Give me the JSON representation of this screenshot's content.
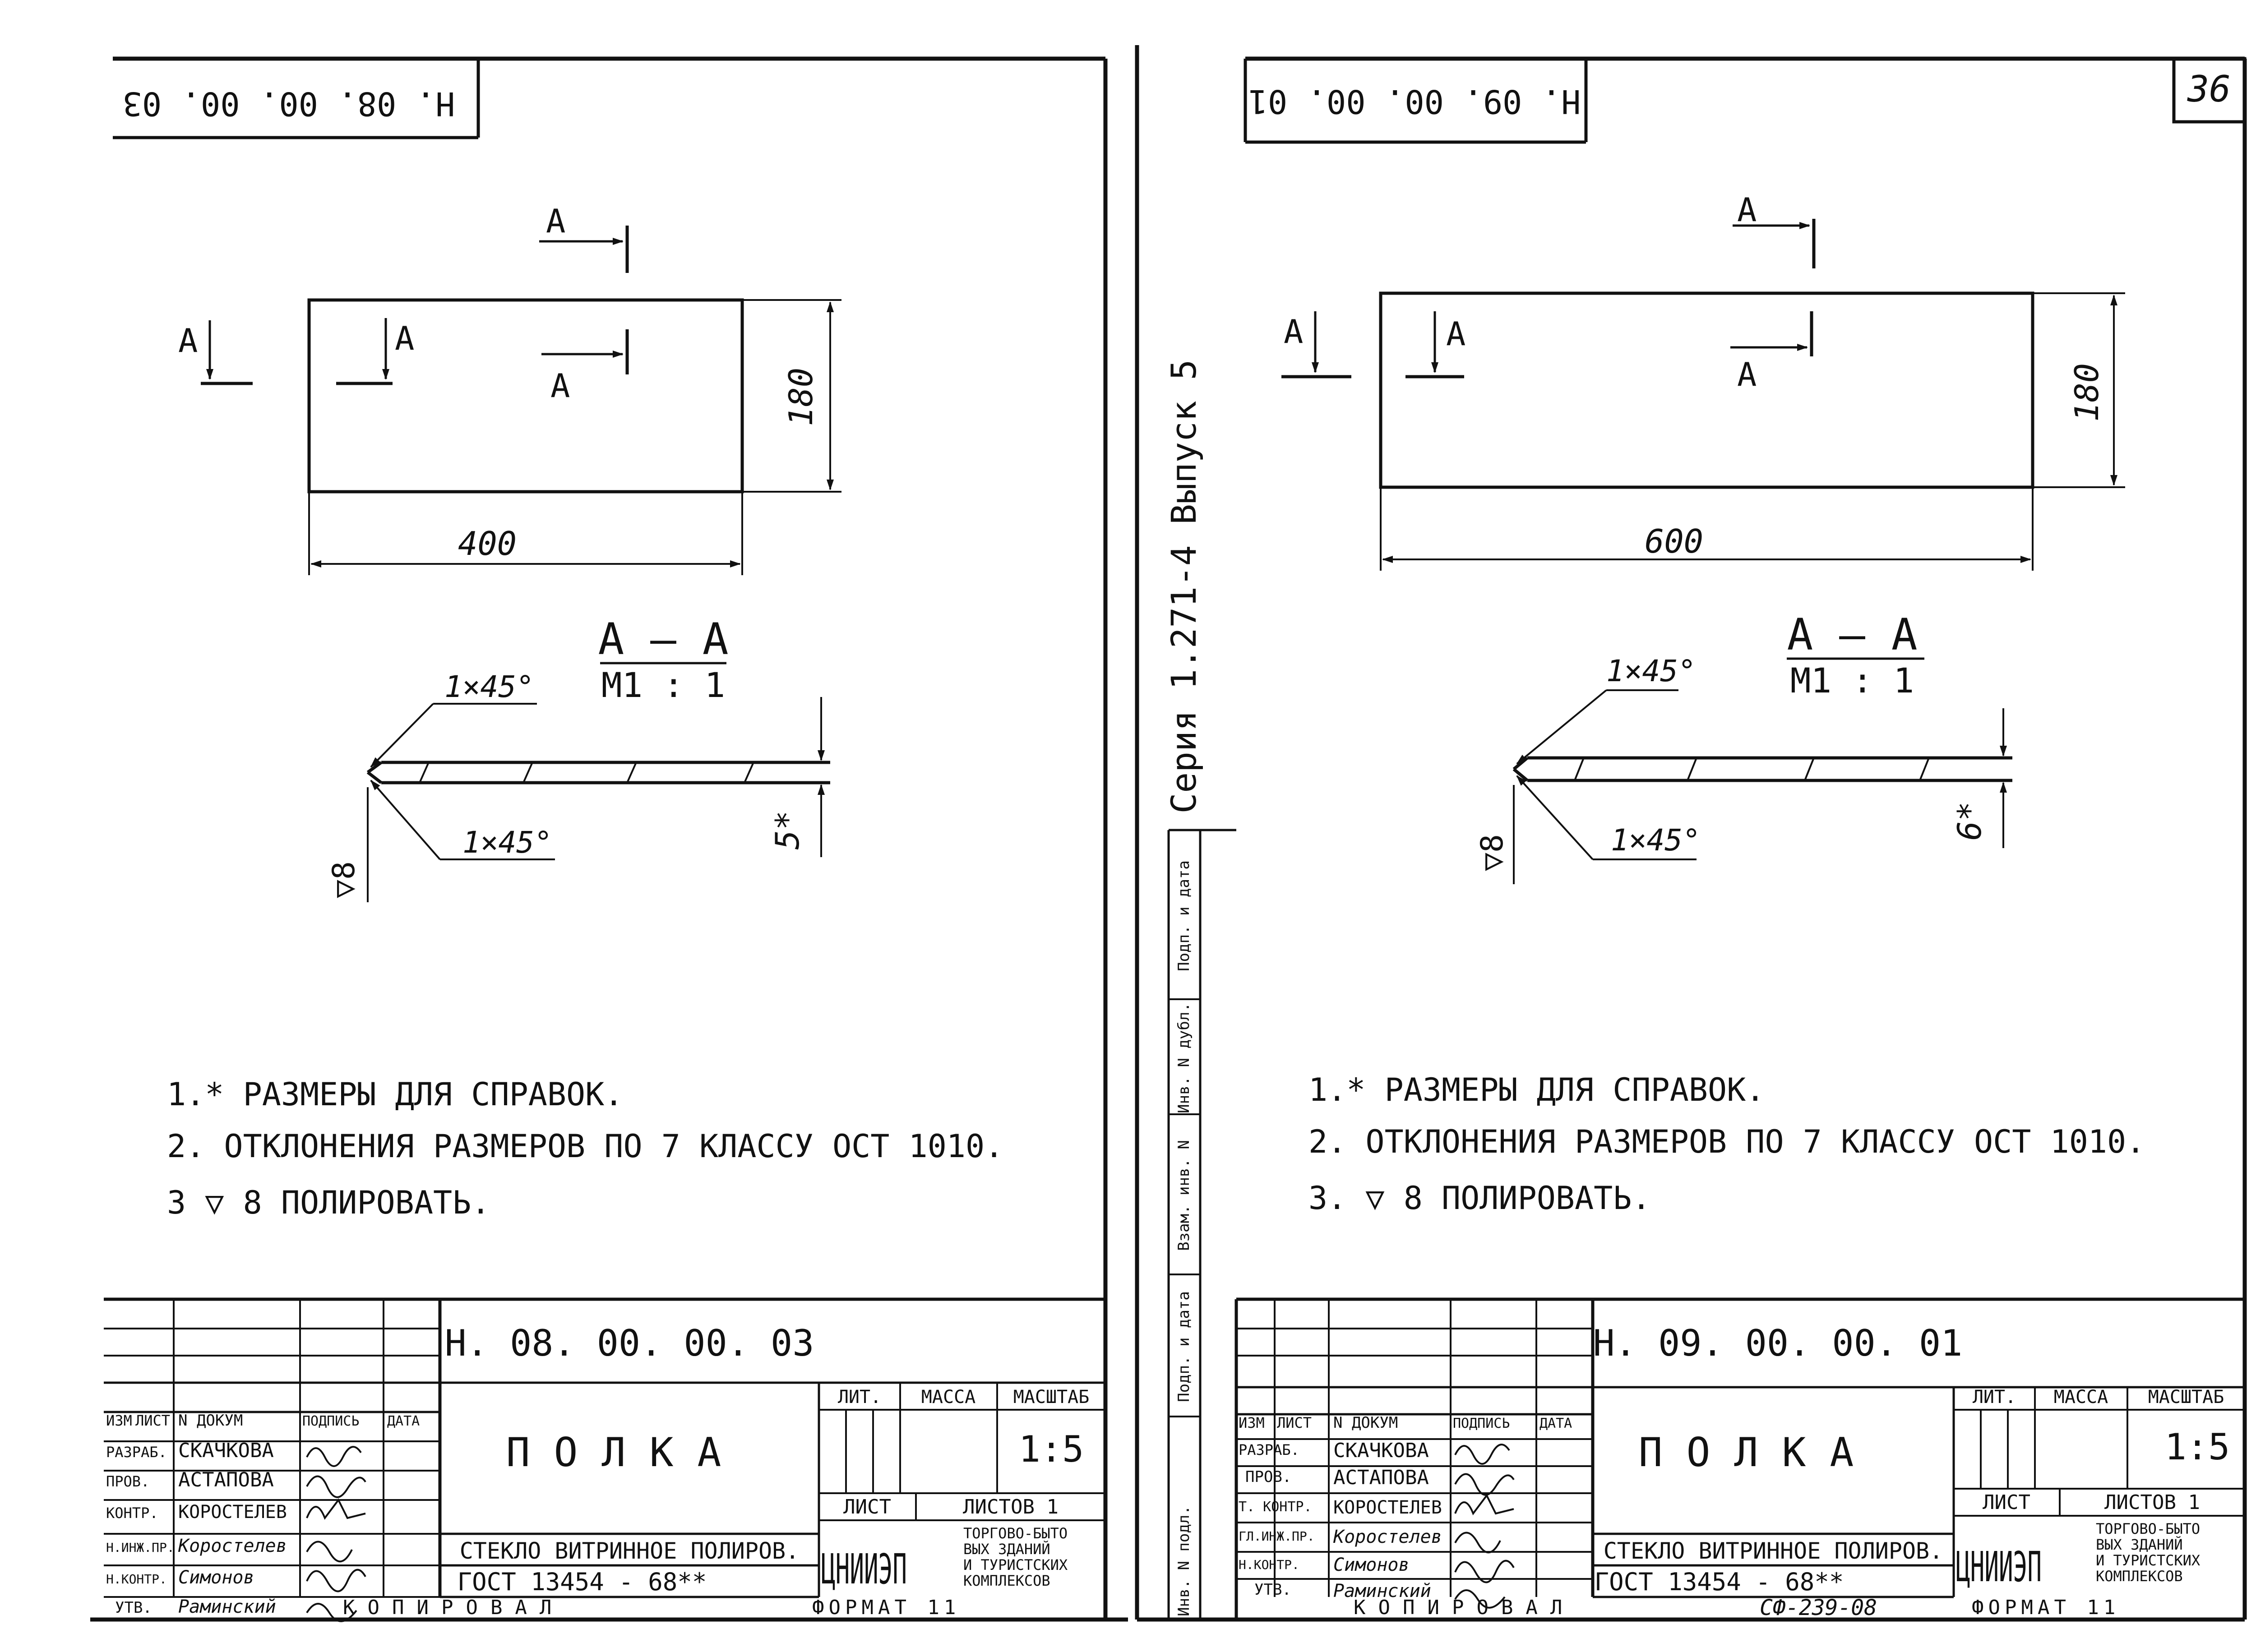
{
  "page_number": "36",
  "series": "Серия   1.271-4   Выпуск 5",
  "side_stamp": [
    "Инв. N подл.",
    "Подп. и дата",
    "Взам. инв. N",
    "Инв. N дубл.",
    "Подп. и дата"
  ],
  "copied_label": "КОПИРОВАЛ",
  "format_label": "ФОРМАТ 11",
  "archive_code": "СФ-239-08",
  "sheets": [
    {
      "doc_code": "Н. 08. 00. 00. 03",
      "width_dim": "400",
      "height_dim": "180",
      "section_letter": "А",
      "section_title": "А – А",
      "section_scale": "М1 : 1",
      "chamfer_top": "1×45°",
      "chamfer_bottom": "1×45°",
      "finish_mark": "▽8",
      "thickness_dim": "5*",
      "notes": [
        "1.* РАЗМЕРЫ ДЛЯ СПРАВОК.",
        "2. ОТКЛОНЕНИЯ РАЗМЕРОВ ПО 7 КЛАССУ ОСТ 1010.",
        "3 ▽ 8 ПОЛИРОВАТЬ."
      ],
      "title_block": {
        "doc_code": "Н. 08. 00. 00. 03",
        "name": "П О Л К А",
        "material": "СТЕКЛО ВИТРИННОЕ ПОЛИРОВ.",
        "gost": "ГОСТ 13454 - 68**",
        "col_headers": [
          "ИЗМ",
          "ЛИСТ",
          "N ДОКУМ",
          "ПОДПИСЬ",
          "ДАТА"
        ],
        "roles": [
          "РАЗРАБ.",
          "ПРОВ.",
          "КОНТР.",
          "Н.ИНЖ.ПР.",
          "Н.КОНТР.",
          "УТВ."
        ],
        "names": [
          "СКАЧКОВА",
          "АСТАПОВА",
          "КОРОСТЕЛЕВ",
          "Коростелев",
          "Симонов",
          "Раминский"
        ],
        "lit_label": "ЛИТ.",
        "mass_label": "МАССА",
        "scale_label": "МАСШТАБ",
        "scale_value": "1:5",
        "sheet_label": "ЛИСТ",
        "sheets_label": "ЛИСТОВ 1",
        "org_logo": "ЦНИИЭП",
        "org_text": [
          "ТОРГОВО-БЫТО",
          "ВЫХ ЗДАНИЙ",
          "И ТУРИСТСКИХ",
          "КОМПЛЕКСОВ"
        ]
      }
    },
    {
      "doc_code": "Н. 09. 00. 00. 01",
      "width_dim": "600",
      "height_dim": "180",
      "section_letter": "А",
      "section_title": "А – А",
      "section_scale": "М1 : 1",
      "chamfer_top": "1×45°",
      "chamfer_bottom": "1×45°",
      "finish_mark": "▽8",
      "thickness_dim": "6*",
      "notes": [
        "1.* РАЗМЕРЫ ДЛЯ СПРАВОК.",
        "2. ОТКЛОНЕНИЯ РАЗМЕРОВ ПО 7 КЛАССУ ОСТ 1010.",
        "3. ▽ 8 ПОЛИРОВАТЬ."
      ],
      "title_block": {
        "doc_code": "Н. 09. 00. 00. 01",
        "name": "П О Л К А",
        "material": "СТЕКЛО ВИТРИННОЕ ПОЛИРОВ.",
        "gost": "ГОСТ 13454 - 68**",
        "col_headers": [
          "ИЗМ",
          "ЛИСТ",
          "N ДОКУМ",
          "ПОДПИСЬ",
          "ДАТА"
        ],
        "roles": [
          "РАЗРАБ.",
          "ПРОВ.",
          "Т. КОНТР.",
          "ГЛ.ИНЖ.ПР.",
          "Н.КОНТР.",
          "УТВ."
        ],
        "names": [
          "СКАЧКОВА",
          "АСТАПОВА",
          "КОРОСТЕЛЕВ",
          "Коростелев",
          "Симонов",
          "Раминский"
        ],
        "lit_label": "ЛИТ.",
        "mass_label": "МАССА",
        "scale_label": "МАСШТАБ",
        "scale_value": "1:5",
        "sheet_label": "ЛИСТ",
        "sheets_label": "ЛИСТОВ 1",
        "org_logo": "ЦНИИЭП",
        "org_text": [
          "ТОРГОВО-БЫТО",
          "ВЫХ ЗДАНИЙ",
          "И ТУРИСТСКИХ",
          "КОМПЛЕКСОВ"
        ]
      }
    }
  ]
}
